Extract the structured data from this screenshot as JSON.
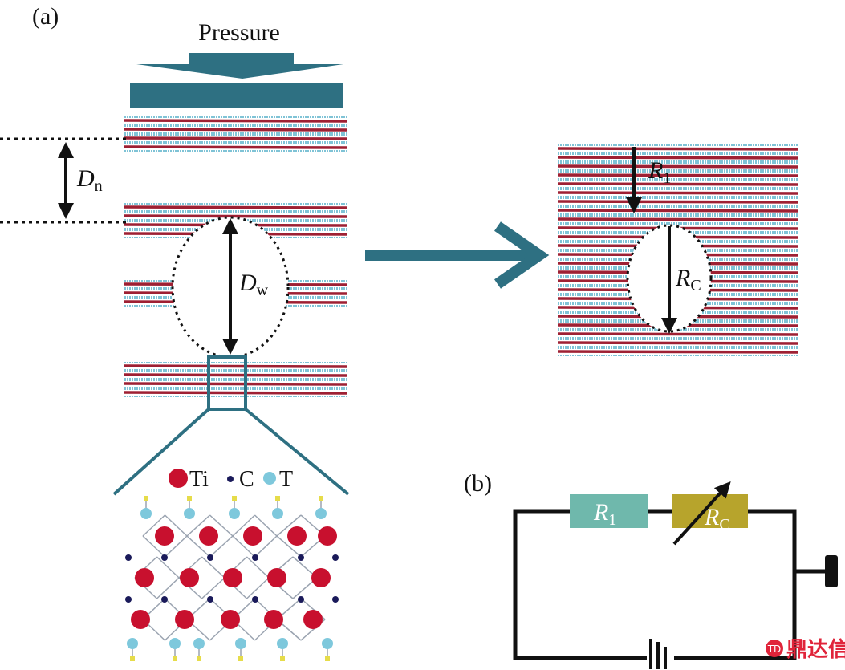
{
  "panel_a": {
    "label": "(a)",
    "pressure_label": "Pressure",
    "dn": {
      "main": "D",
      "sub": "n"
    },
    "dw": {
      "main": "D",
      "sub": "w"
    },
    "r1": {
      "main": "R",
      "sub": "1"
    },
    "rc": {
      "main": "R",
      "sub": "C"
    },
    "legend": {
      "ti": "Ti",
      "c": "C",
      "t": "T"
    }
  },
  "panel_b": {
    "label": "(b)",
    "r1": {
      "main": "R",
      "sub": "1"
    },
    "rc": {
      "main": "R",
      "sub": "C"
    }
  },
  "watermark": {
    "text": "鼎达信"
  },
  "colors": {
    "teal": "#2e7082",
    "red_layer": "#9e2033",
    "blue_layer": "#7fc3d6",
    "r1_box": "#6fb8ac",
    "rc_box": "#b7a42c",
    "ti_atom": "#c8102e",
    "c_atom": "#1a1a5a",
    "t_atom": "#7ec8dc",
    "h_atom": "#e6dc4a",
    "watermark": "#e0243a"
  }
}
